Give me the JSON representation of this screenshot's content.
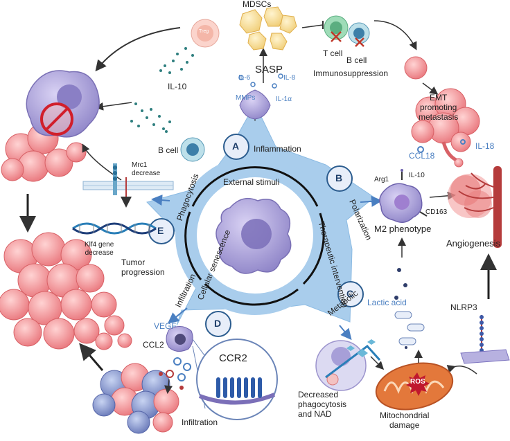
{
  "top": {
    "mdscs": "MDSCs",
    "t_cell": "T cell",
    "b_cell": "B cell",
    "immunosuppression": "Immunosuppression",
    "sasp": "SASP",
    "il6": "IL-6",
    "il8": "IL-8",
    "mmps": "MMPs",
    "il1a": "IL-1α",
    "treg": "Treg"
  },
  "left": {
    "il10": "IL-10",
    "b_cell": "B cell",
    "mrc1": "Mrc1\ndecrease",
    "klf4": "Klf4 gene\ndecrease",
    "tumor_progression": "Tumor\nprogression"
  },
  "right": {
    "emt": "EMT\npromoting\nmetastasis",
    "ccl18": "CCL18",
    "il18": "IL-18",
    "arg1": "Arg1",
    "il10": "IL-10",
    "cd163": "CD163",
    "m2": "M2 phenotype",
    "angiogenesis": "Angiogenesis",
    "lactic": "Lactic acid",
    "nlrp3": "NLRP3",
    "ros": "ROS",
    "mito": "Mitochondrial\ndamage",
    "decreased": "Decreased\nphagocytosis\nand NAD"
  },
  "bottom": {
    "vegf": "VEGF",
    "ccl2": "CCL2",
    "ccr2": "CCR2",
    "infiltration": "Infiltration"
  },
  "hub": {
    "external": "External stimuli",
    "therapeutic": "Therapeutic intervention",
    "cellular": "Cellular senescence",
    "arms": {
      "inflammation": "Inflammation",
      "polarization": "Polarization",
      "metabolic": "Metabolic",
      "infiltration": "Infiltration",
      "phagocytosis": "Phagocytosis"
    },
    "circles": {
      "a": "A",
      "b": "B",
      "c": "C",
      "d": "D",
      "e": "E"
    }
  },
  "colors": {
    "hub": "#a9cdec",
    "hub_dark": "#2c5d8f",
    "macrophage": "#9a8fd0",
    "tumor": "#f08a8e",
    "accent_blue": "#4a7fc1",
    "vessel": "#b53b3b"
  }
}
